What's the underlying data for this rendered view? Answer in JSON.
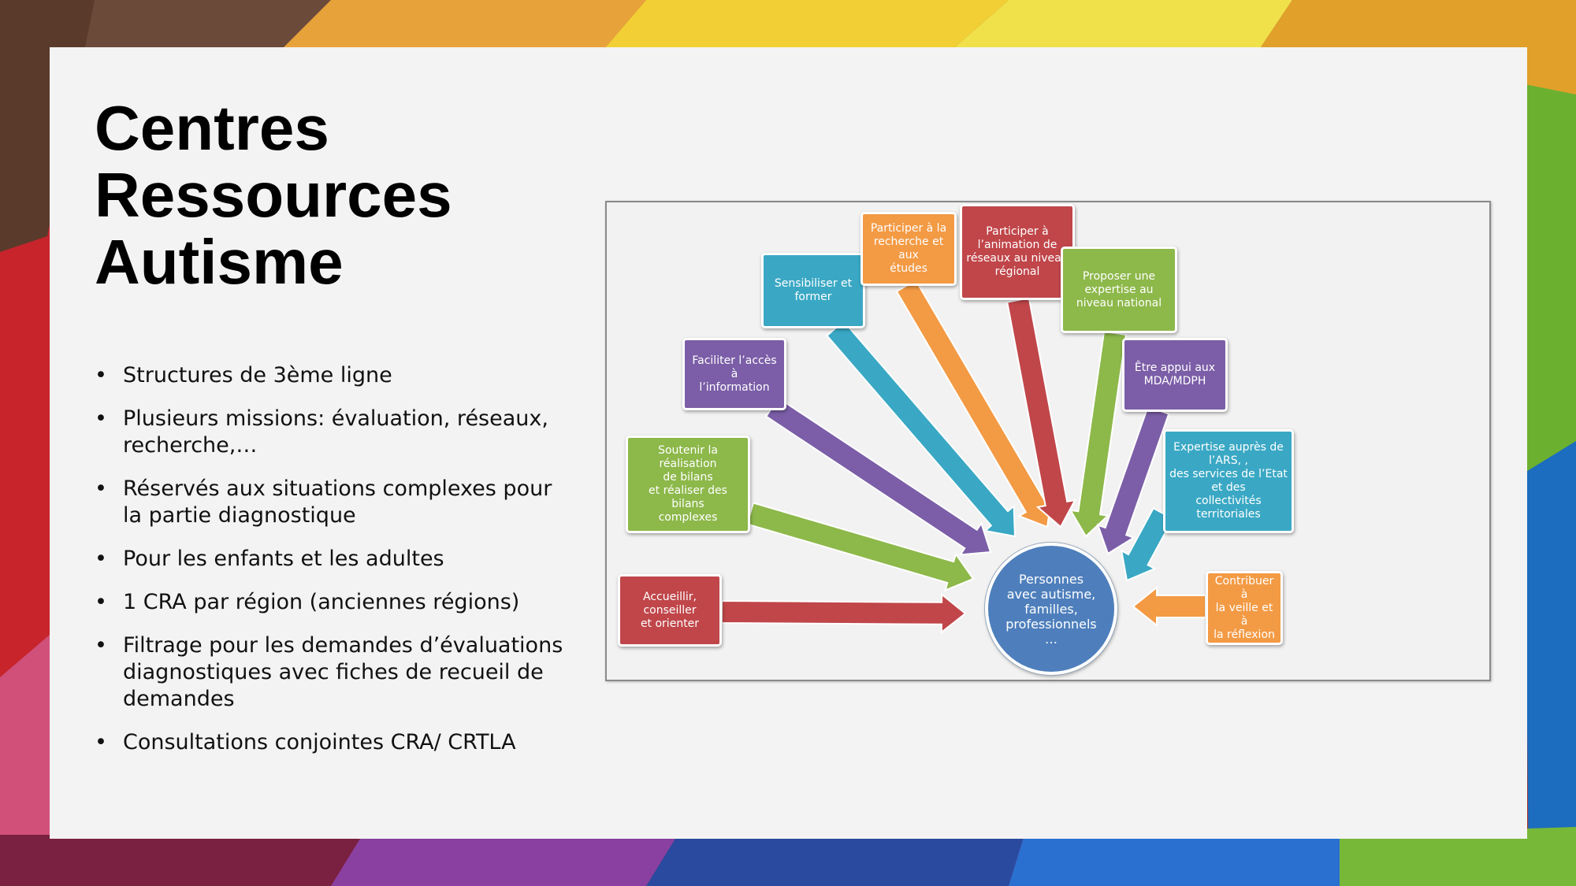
{
  "slide": {
    "title_lines": [
      "Centres",
      "Ressources",
      "Autisme"
    ],
    "bullets": [
      "Structures de 3ème ligne",
      "Plusieurs missions: évaluation, réseaux, recherche,…",
      "Réservés aux situations complexes pour la partie diagnostique",
      "Pour les enfants et les adultes",
      "1 CRA par région (anciennes régions)",
      "Filtrage pour les demandes d’évaluations diagnostiques avec fiches de recueil de demandes",
      "Consultations conjointes CRA/ CRTLA"
    ]
  },
  "diagram": {
    "center": {
      "lines": [
        "Personnes",
        "avec autisme,",
        "familles,",
        "professionnels",
        "…"
      ],
      "color": "#4e7fbc"
    },
    "missions": [
      {
        "id": "accueillir",
        "lines": [
          "Accueillir, conseiller",
          "et orienter"
        ],
        "color": "#c0464a"
      },
      {
        "id": "bilans",
        "lines": [
          "Soutenir la réalisation",
          "de bilans",
          "et réaliser des bilans",
          "complexes"
        ],
        "color": "#8db84a"
      },
      {
        "id": "information",
        "lines": [
          "Faciliter l’accès à",
          "l’information"
        ],
        "color": "#7b5ea7"
      },
      {
        "id": "former",
        "lines": [
          "Sensibiliser et",
          "former"
        ],
        "color": "#3aa8c4"
      },
      {
        "id": "recherche",
        "lines": [
          "Participer à la",
          "recherche et aux",
          "études"
        ],
        "color": "#f39a44"
      },
      {
        "id": "reseaux",
        "lines": [
          "Participer à",
          "l’animation de",
          "réseaux au niveau",
          "régional"
        ],
        "color": "#c0464a"
      },
      {
        "id": "national",
        "lines": [
          "Proposer une",
          "expertise au",
          "niveau national"
        ],
        "color": "#8db84a"
      },
      {
        "id": "mdph",
        "lines": [
          "Être appui aux",
          "MDA/MDPH"
        ],
        "color": "#7b5ea7"
      },
      {
        "id": "expertise",
        "lines": [
          "Expertise auprès de l’ARS, ,",
          "des services de l’Etat et des",
          "collectivités territoriales"
        ],
        "color": "#3aa8c4"
      },
      {
        "id": "veille",
        "lines": [
          "Contribuer à",
          "la veille et à",
          "la réflexion"
        ],
        "color": "#f39a44"
      }
    ]
  }
}
